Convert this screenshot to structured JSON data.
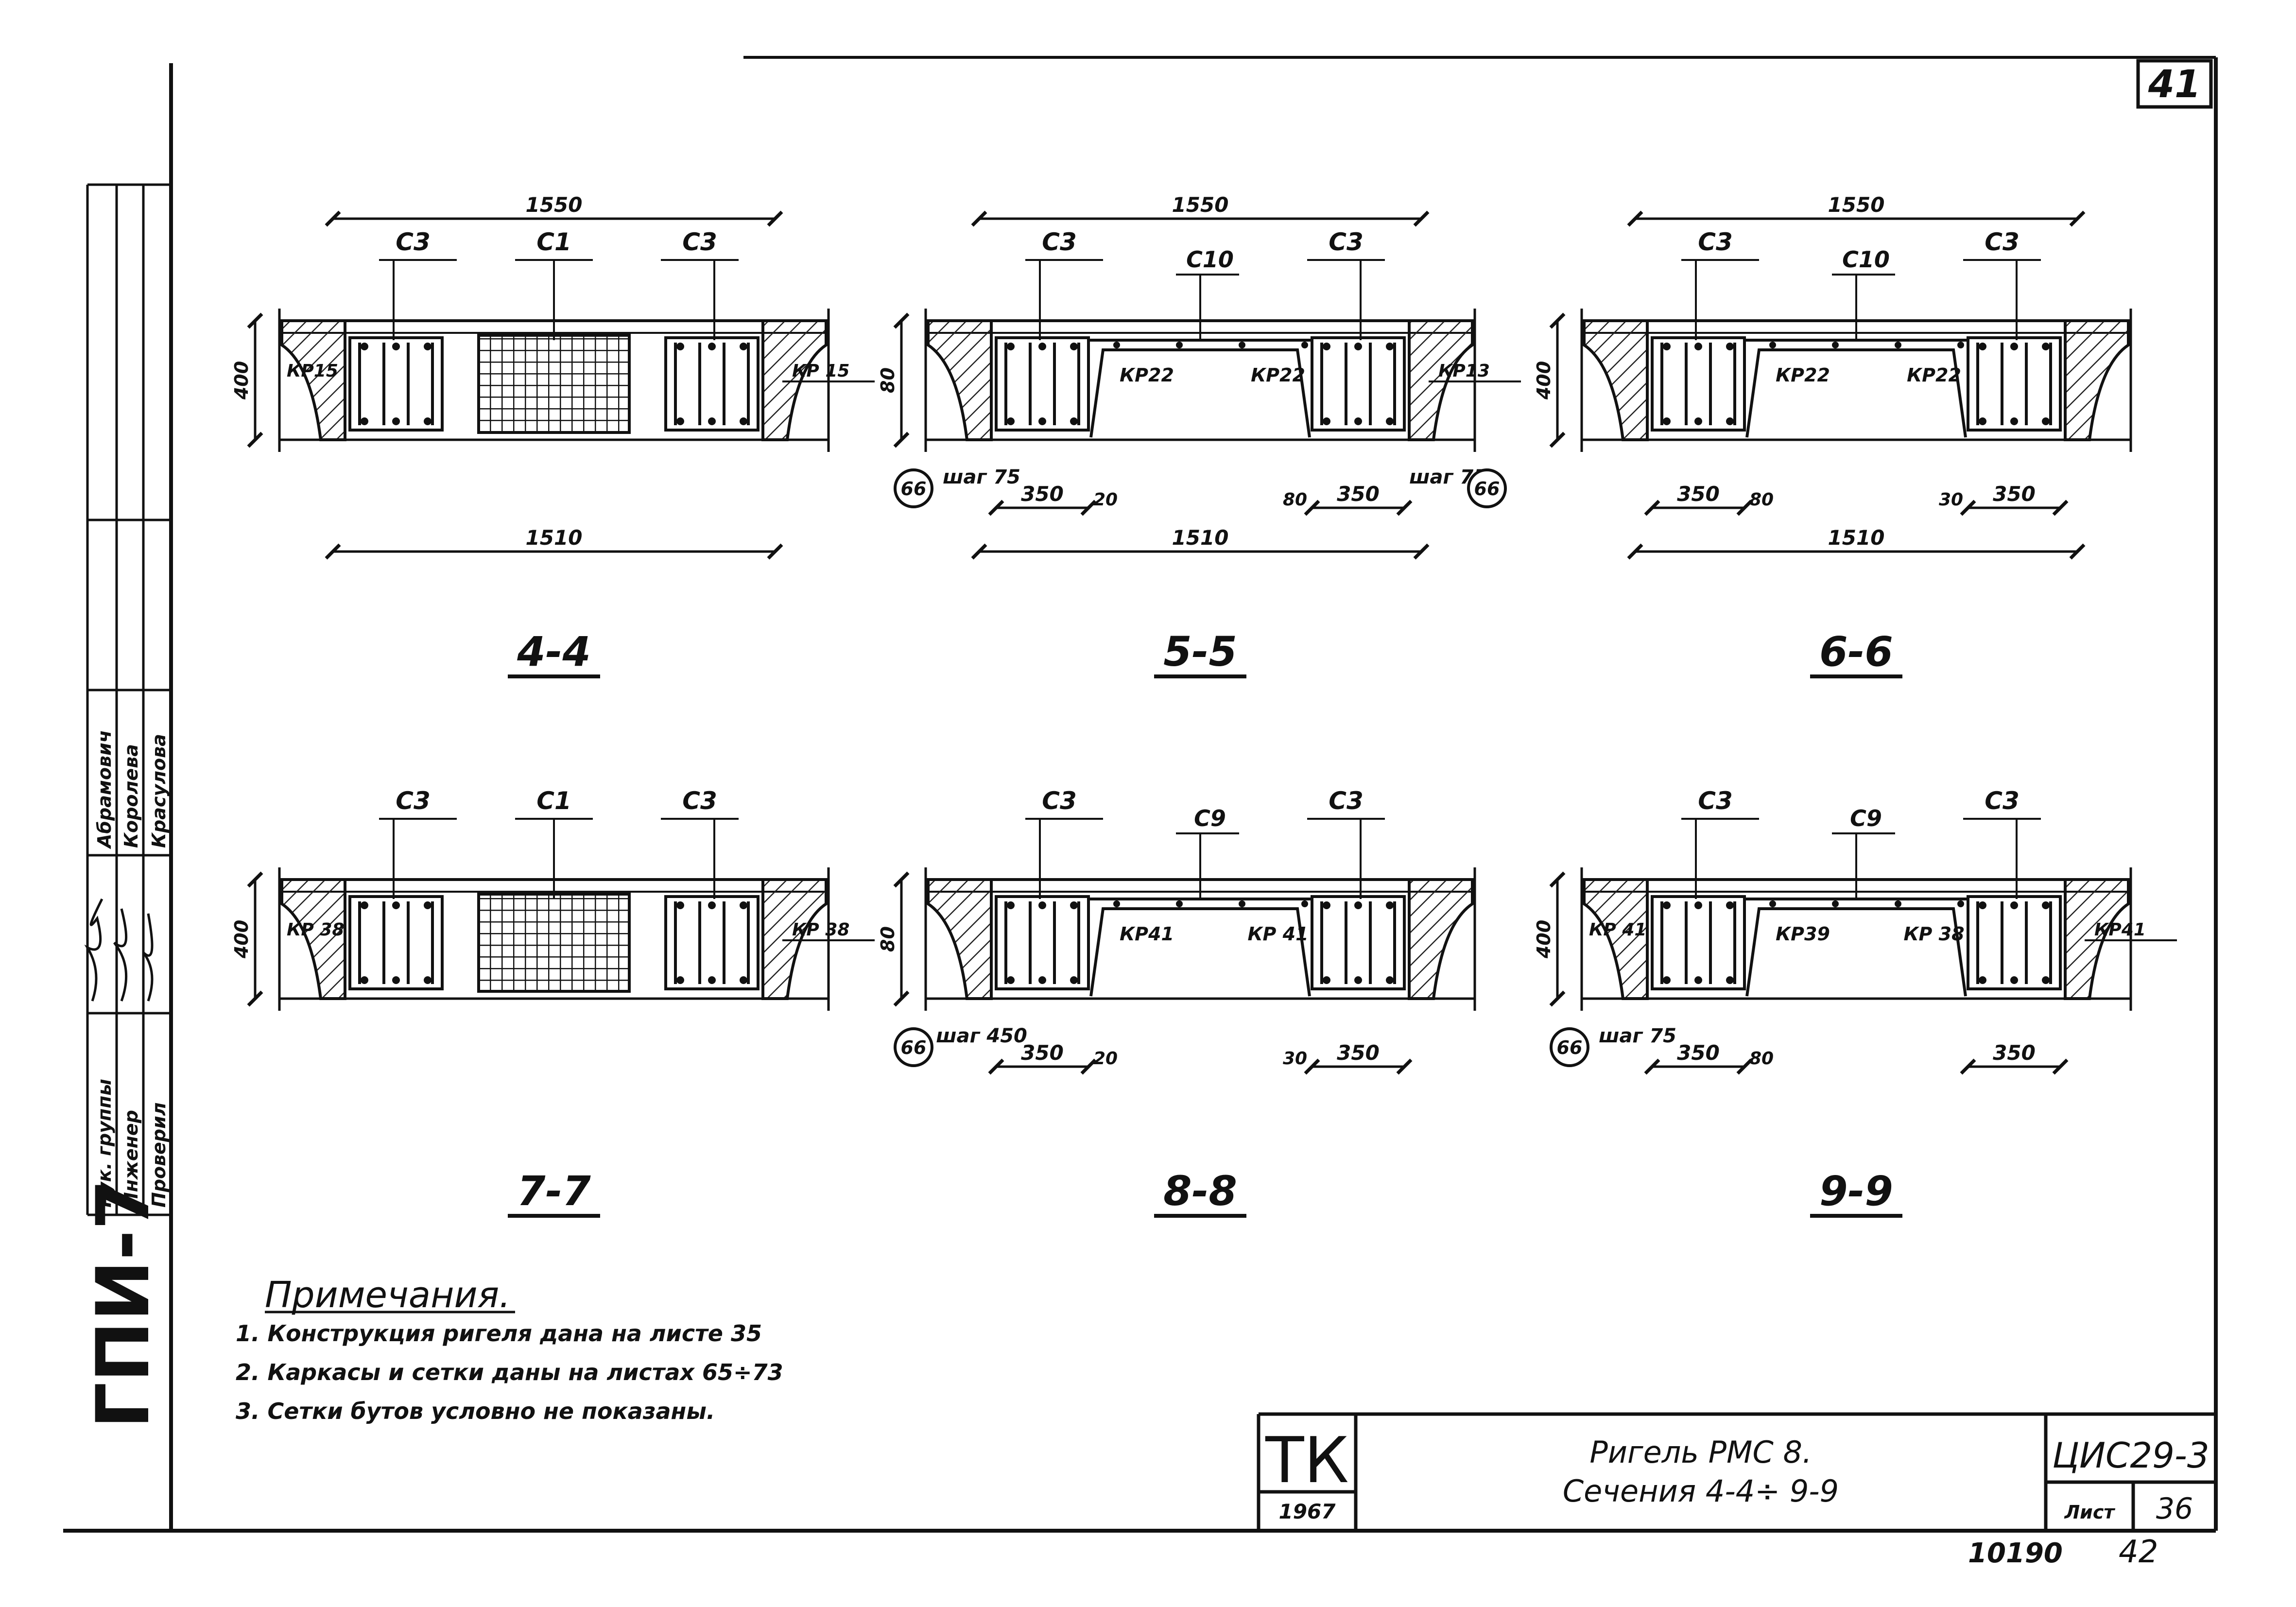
{
  "sheet_number": "41",
  "side_stamp": "ГПИ-7",
  "signatures": {
    "roles": [
      "Рук. группы",
      "Инженер",
      "Проверил"
    ],
    "names": [
      "Абрамович",
      "Королева",
      "Красулова"
    ]
  },
  "sections": [
    {
      "id": "4-4",
      "title": "4-4",
      "type": "mesh",
      "labels": {
        "left_cage": "С3",
        "mesh": "С1",
        "right_cage": "С3",
        "left_frame": "КР15",
        "right_frame": "КР 15"
      },
      "dims": {
        "top": "1550",
        "bottom": "1510",
        "height": "400"
      },
      "notes": []
    },
    {
      "id": "5-5",
      "title": "5-5",
      "type": "channel",
      "labels": {
        "left_cage": "С3",
        "center": "С10",
        "right_cage": "С3",
        "inner_left": "КР22",
        "inner_right": "КР22",
        "right_frame": "КР13"
      },
      "dims": {
        "top": "1550",
        "bottom": "1510",
        "left": "350",
        "right": "350",
        "height": "80",
        "small_l": "20",
        "small_r": "80"
      },
      "notes": [
        "шаг 75",
        "шаг 75"
      ],
      "markers": [
        "66",
        "66"
      ]
    },
    {
      "id": "6-6",
      "title": "6-6",
      "type": "channel",
      "labels": {
        "left_cage": "С3",
        "center": "С10",
        "right_cage": "С3",
        "inner_left": "КР22",
        "inner_right": "КР22"
      },
      "dims": {
        "top": "1550",
        "bottom": "1510",
        "left": "350",
        "right": "350",
        "height": "400",
        "small_l": "80",
        "small_r": "30"
      },
      "notes": [],
      "markers": []
    },
    {
      "id": "7-7",
      "title": "7-7",
      "type": "mesh",
      "labels": {
        "left_cage": "С3",
        "mesh": "С1",
        "right_cage": "С3",
        "left_frame": "КР 38",
        "right_frame": "КР 38"
      },
      "dims": {
        "top": "",
        "bottom": "",
        "height": "400"
      },
      "notes": []
    },
    {
      "id": "8-8",
      "title": "8-8",
      "type": "channel",
      "labels": {
        "left_cage": "С3",
        "center": "С9",
        "right_cage": "С3",
        "inner_left": "КР41",
        "inner_right": "КР 41",
        "right_frame": ""
      },
      "dims": {
        "top": "",
        "bottom": "",
        "left": "350",
        "right": "350",
        "height": "80",
        "small_l": "20",
        "small_r": "30"
      },
      "notes": [
        "шаг 450"
      ],
      "markers": [
        "66"
      ]
    },
    {
      "id": "9-9",
      "title": "9-9",
      "type": "channel",
      "labels": {
        "left_cage": "С3",
        "center": "С9",
        "right_cage": "С3",
        "inner_left": "КР39",
        "inner_right": "КР 38",
        "left_frame": "КР 41",
        "right_frame": "КР41"
      },
      "dims": {
        "top": "",
        "bottom": "",
        "left": "350",
        "right": "350",
        "height": "400",
        "small_l": "80",
        "small_r": ""
      },
      "notes": [
        "шаг 75"
      ],
      "markers": [
        "66"
      ]
    }
  ],
  "notes": {
    "title": "Примечания.",
    "items": [
      "1. Конструкция ригеля дана на листе 35",
      "2. Каркасы и сетки даны на листах 65÷73",
      "3. Сетки бутов условно не показаны."
    ]
  },
  "title_block": {
    "org": "ТК",
    "year": "1967",
    "title_line1": "Ригель РМС 8.",
    "title_line2": "Сечения 4-4÷ 9-9",
    "series": "ЦИС29-3",
    "sheet_label": "Лист",
    "sheet_no": "36"
  },
  "footer": {
    "left": "10190",
    "right": "42"
  }
}
